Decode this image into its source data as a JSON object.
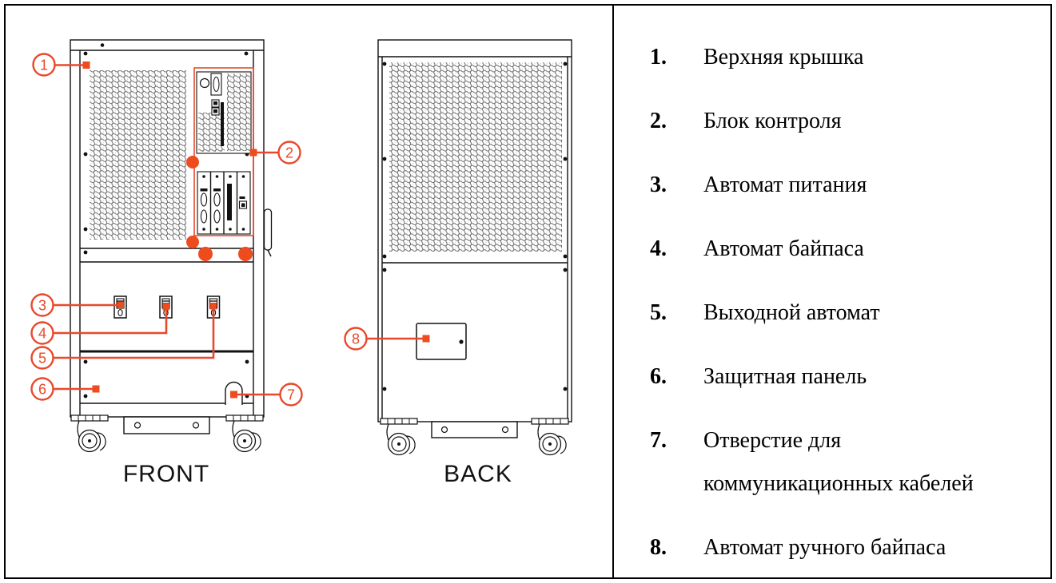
{
  "colors": {
    "accent": "#e8492b",
    "marker": "#ee4b1e",
    "line": "#111111",
    "background": "#ffffff"
  },
  "diagram": {
    "front_label": "FRONT",
    "back_label": "BACK"
  },
  "legend": {
    "items": [
      {
        "num": "1",
        "number": "1.",
        "label": "Верхняя крышка"
      },
      {
        "num": "2",
        "number": "2.",
        "label": "Блок контроля"
      },
      {
        "num": "3",
        "number": "3.",
        "label": "Автомат питания"
      },
      {
        "num": "4",
        "number": "4.",
        "label": "Автомат байпаса"
      },
      {
        "num": "5",
        "number": "5.",
        "label": "Выходной автомат"
      },
      {
        "num": "6",
        "number": "6.",
        "label": "Защитная панель"
      },
      {
        "num": "7",
        "number": "7.",
        "label": "Отверстие для коммуникационных кабелей"
      },
      {
        "num": "8",
        "number": "8.",
        "label": "Автомат ручного байпаса"
      }
    ]
  }
}
